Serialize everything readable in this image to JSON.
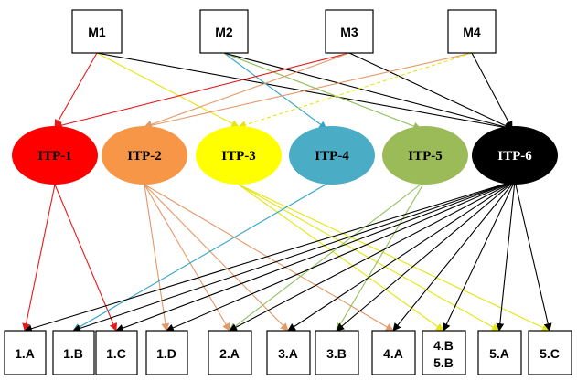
{
  "diagram": {
    "measures": [
      {
        "id": "M1",
        "label": "M1"
      },
      {
        "id": "M2",
        "label": "M2"
      },
      {
        "id": "M3",
        "label": "M3"
      },
      {
        "id": "M4",
        "label": "M4"
      }
    ],
    "itps": [
      {
        "id": "ITP-1",
        "label": "ITP-1",
        "fill": "#ff0000",
        "text": "#000000"
      },
      {
        "id": "ITP-2",
        "label": "ITP-2",
        "fill": "#f79646",
        "text": "#000000"
      },
      {
        "id": "ITP-3",
        "label": "ITP-3",
        "fill": "#ffff00",
        "text": "#000000"
      },
      {
        "id": "ITP-4",
        "label": "ITP-4",
        "fill": "#4bacc6",
        "text": "#000000"
      },
      {
        "id": "ITP-5",
        "label": "ITP-5",
        "fill": "#9bbb59",
        "text": "#000000"
      },
      {
        "id": "ITP-6",
        "label": "ITP-6",
        "fill": "#000000",
        "text": "#ffffff"
      }
    ],
    "targets": [
      {
        "id": "1.A",
        "label": "1.A"
      },
      {
        "id": "1.B",
        "label": "1.B"
      },
      {
        "id": "1.C",
        "label": "1.C"
      },
      {
        "id": "1.D",
        "label": "1.D"
      },
      {
        "id": "2.A",
        "label": "2.A"
      },
      {
        "id": "3.A",
        "label": "3.A"
      },
      {
        "id": "3.B",
        "label": "3.B"
      },
      {
        "id": "4.A",
        "label": "4.A"
      },
      {
        "id": "4.B/5.B",
        "label": "4.B",
        "label2": "5.B"
      },
      {
        "id": "5.A",
        "label": "5.A"
      },
      {
        "id": "5.C",
        "label": "5.C"
      }
    ],
    "edge_colors": {
      "red": "#e31a1c",
      "orange": "#e59866",
      "yellow": "#e5e510",
      "blue": "#31a3c8",
      "green": "#8fbf5a",
      "black": "#000000"
    },
    "edges": [
      {
        "from": "M1",
        "to": "ITP-1",
        "color": "red"
      },
      {
        "from": "M1",
        "to": "ITP-3",
        "color": "yellow"
      },
      {
        "from": "M1",
        "to": "ITP-6",
        "color": "black"
      },
      {
        "from": "M2",
        "to": "ITP-4",
        "color": "blue"
      },
      {
        "from": "M2",
        "to": "ITP-5",
        "color": "green"
      },
      {
        "from": "M2",
        "to": "ITP-6",
        "color": "black"
      },
      {
        "from": "M3",
        "to": "ITP-1",
        "color": "red"
      },
      {
        "from": "M3",
        "to": "ITP-2",
        "color": "orange"
      },
      {
        "from": "M3",
        "to": "ITP-6",
        "color": "black"
      },
      {
        "from": "M4",
        "to": "ITP-2",
        "color": "orange"
      },
      {
        "from": "M4",
        "to": "ITP-3",
        "color": "yellow",
        "dashed": true
      },
      {
        "from": "M4",
        "to": "ITP-6",
        "color": "black"
      },
      {
        "from": "ITP-1",
        "to": "1.A",
        "color": "red"
      },
      {
        "from": "ITP-1",
        "to": "1.C",
        "color": "red"
      },
      {
        "from": "ITP-2",
        "to": "1.D",
        "color": "orange"
      },
      {
        "from": "ITP-2",
        "to": "2.A",
        "color": "orange"
      },
      {
        "from": "ITP-2",
        "to": "3.A",
        "color": "orange"
      },
      {
        "from": "ITP-2",
        "to": "4.A",
        "color": "orange"
      },
      {
        "from": "ITP-3",
        "to": "4.B/5.B",
        "color": "yellow"
      },
      {
        "from": "ITP-3",
        "to": "5.A",
        "color": "yellow"
      },
      {
        "from": "ITP-3",
        "to": "5.C",
        "color": "yellow"
      },
      {
        "from": "ITP-4",
        "to": "1.B",
        "color": "blue"
      },
      {
        "from": "ITP-5",
        "to": "2.A",
        "color": "green"
      },
      {
        "from": "ITP-5",
        "to": "3.B",
        "color": "green"
      },
      {
        "from": "ITP-6",
        "to": "1.A",
        "color": "black"
      },
      {
        "from": "ITP-6",
        "to": "1.B",
        "color": "black"
      },
      {
        "from": "ITP-6",
        "to": "1.C",
        "color": "black"
      },
      {
        "from": "ITP-6",
        "to": "1.D",
        "color": "black"
      },
      {
        "from": "ITP-6",
        "to": "2.A",
        "color": "black"
      },
      {
        "from": "ITP-6",
        "to": "3.A",
        "color": "black"
      },
      {
        "from": "ITP-6",
        "to": "3.B",
        "color": "black"
      },
      {
        "from": "ITP-6",
        "to": "4.A",
        "color": "black"
      },
      {
        "from": "ITP-6",
        "to": "4.B/5.B",
        "color": "black"
      },
      {
        "from": "ITP-6",
        "to": "5.A",
        "color": "black"
      },
      {
        "from": "ITP-6",
        "to": "5.C",
        "color": "black"
      }
    ]
  }
}
